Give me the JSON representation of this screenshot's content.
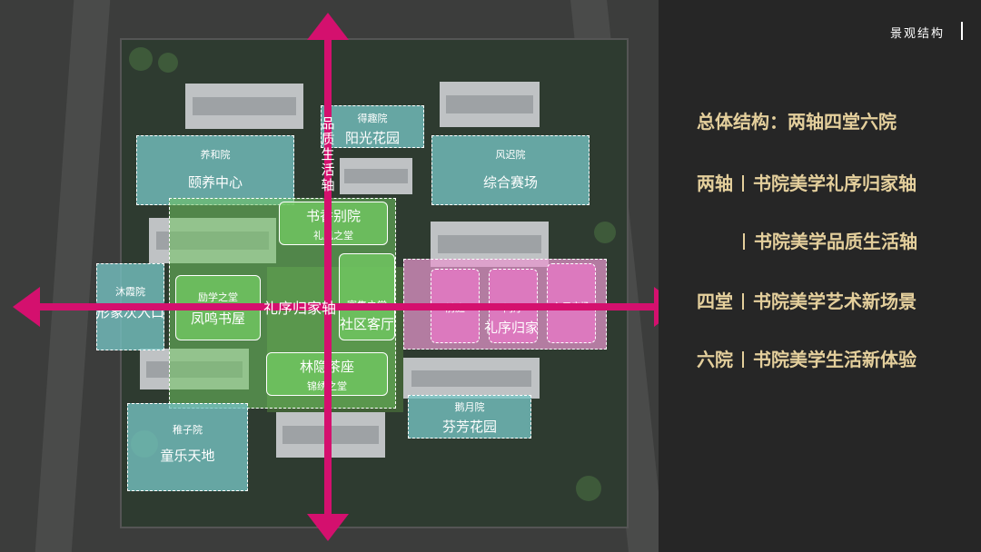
{
  "header": {
    "title": "景观结构"
  },
  "summary": {
    "title": "总体结构：两轴四堂六院",
    "lines": [
      {
        "key": "两轴",
        "text": "书院美学礼序归家轴"
      },
      {
        "key": "",
        "text": "书院美学品质生活轴"
      },
      {
        "key": "四堂",
        "text": "书院美学艺术新场景"
      },
      {
        "key": "六院",
        "text": "书院美学生活新体验"
      }
    ]
  },
  "zones": {
    "yihe": {
      "small": "养和院",
      "big": "颐养中心"
    },
    "dequ": {
      "small": "得趣院",
      "big": "阳光花园"
    },
    "fengchi": {
      "small": "风迟院",
      "big": "综合赛场"
    },
    "shuxiang": {
      "big": "书香别院",
      "small": "礼风之堂"
    },
    "muxia": {
      "small": "沐霞院",
      "big": "形象次入口"
    },
    "lixue": {
      "small": "励学之堂",
      "big": "凤鸣书屋"
    },
    "yanji": {
      "small": "宴集之堂",
      "big": "社区客厅"
    },
    "linyin": {
      "big": "林隐茶座",
      "small": "锦绣之堂"
    },
    "zhizi": {
      "small": "稚子院",
      "big": "童乐天地"
    },
    "jieyue": {
      "small": "鹅月院",
      "big": "芬芳花园"
    },
    "qianting": {
      "small": "前庭"
    },
    "menting": {
      "small": "门厅"
    },
    "rukou": {
      "small": "入口广场"
    },
    "lixu_home": {
      "big": "礼序归家"
    }
  },
  "axes": {
    "horizontal": "礼序归家轴",
    "vertical": "品质生活轴"
  },
  "colors": {
    "axis": "#d4106e",
    "gold": "#e4cf9c",
    "teal": "#76c4c4",
    "green": "#70c460",
    "pink": "#e896cd"
  }
}
